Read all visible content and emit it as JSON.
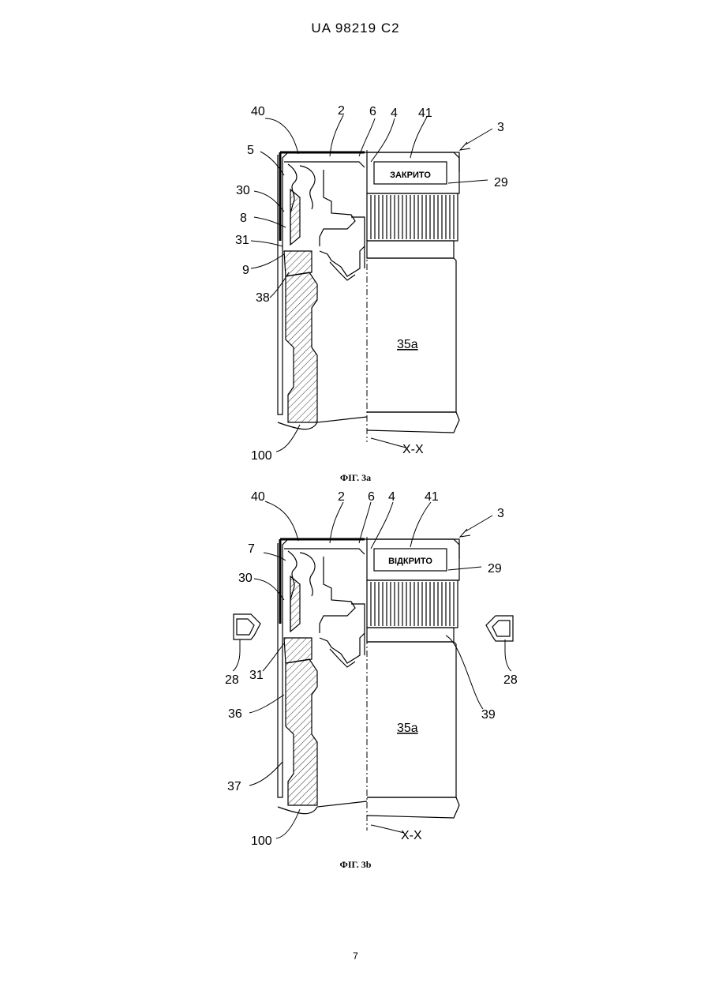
{
  "header": {
    "document_id": "UA   98219   C2"
  },
  "figures": [
    {
      "caption": "ФІГ. 3а",
      "label_text": "ЗАКРИТО",
      "ref_labels": [
        "40",
        "2",
        "6",
        "4",
        "41",
        "3",
        "5",
        "30",
        "8",
        "31",
        "9",
        "38",
        "29",
        "35a",
        "100",
        "X-X"
      ]
    },
    {
      "caption": "ФІГ. 3b",
      "label_text": "ВІДКРИТО",
      "ref_labels": [
        "40",
        "2",
        "6",
        "4",
        "41",
        "3",
        "7",
        "30",
        "31",
        "28",
        "36",
        "37",
        "29",
        "35a",
        "39",
        "100",
        "X-X",
        "28"
      ]
    }
  ],
  "page_number": "7"
}
